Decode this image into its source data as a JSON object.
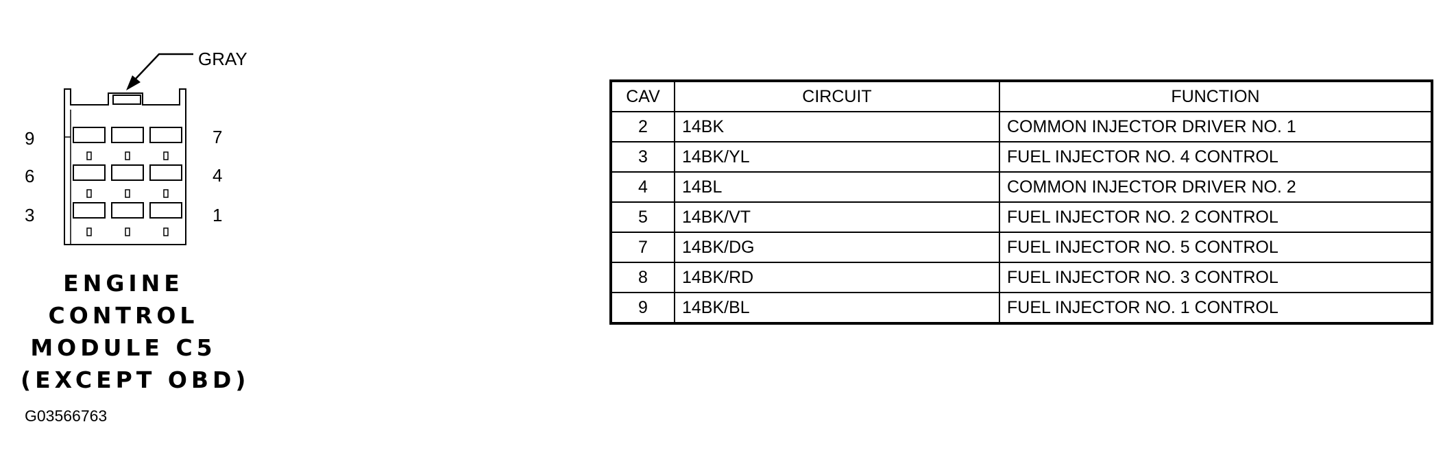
{
  "connector": {
    "color_label": "GRAY",
    "pin_numbers": [
      "9",
      "7",
      "6",
      "4",
      "3",
      "1"
    ],
    "title_lines": [
      "ENGINE",
      "CONTROL",
      "MODULE C5",
      "(EXCEPT OBD)"
    ]
  },
  "figure_id": "G03566763",
  "table": {
    "headers": [
      "CAV",
      "CIRCUIT",
      "FUNCTION"
    ],
    "rows": [
      {
        "cav": "2",
        "circuit": "14BK",
        "function": "COMMON INJECTOR DRIVER NO. 1"
      },
      {
        "cav": "3",
        "circuit": "14BK/YL",
        "function": "FUEL INJECTOR NO. 4 CONTROL"
      },
      {
        "cav": "4",
        "circuit": "14BL",
        "function": "COMMON INJECTOR DRIVER NO. 2"
      },
      {
        "cav": "5",
        "circuit": "14BK/VT",
        "function": "FUEL INJECTOR NO. 2 CONTROL"
      },
      {
        "cav": "7",
        "circuit": "14BK/DG",
        "function": "FUEL INJECTOR NO. 5 CONTROL"
      },
      {
        "cav": "8",
        "circuit": "14BK/RD",
        "function": "FUEL INJECTOR NO. 3 CONTROL"
      },
      {
        "cav": "9",
        "circuit": "14BK/BL",
        "function": "FUEL INJECTOR NO. 1 CONTROL"
      }
    ]
  }
}
